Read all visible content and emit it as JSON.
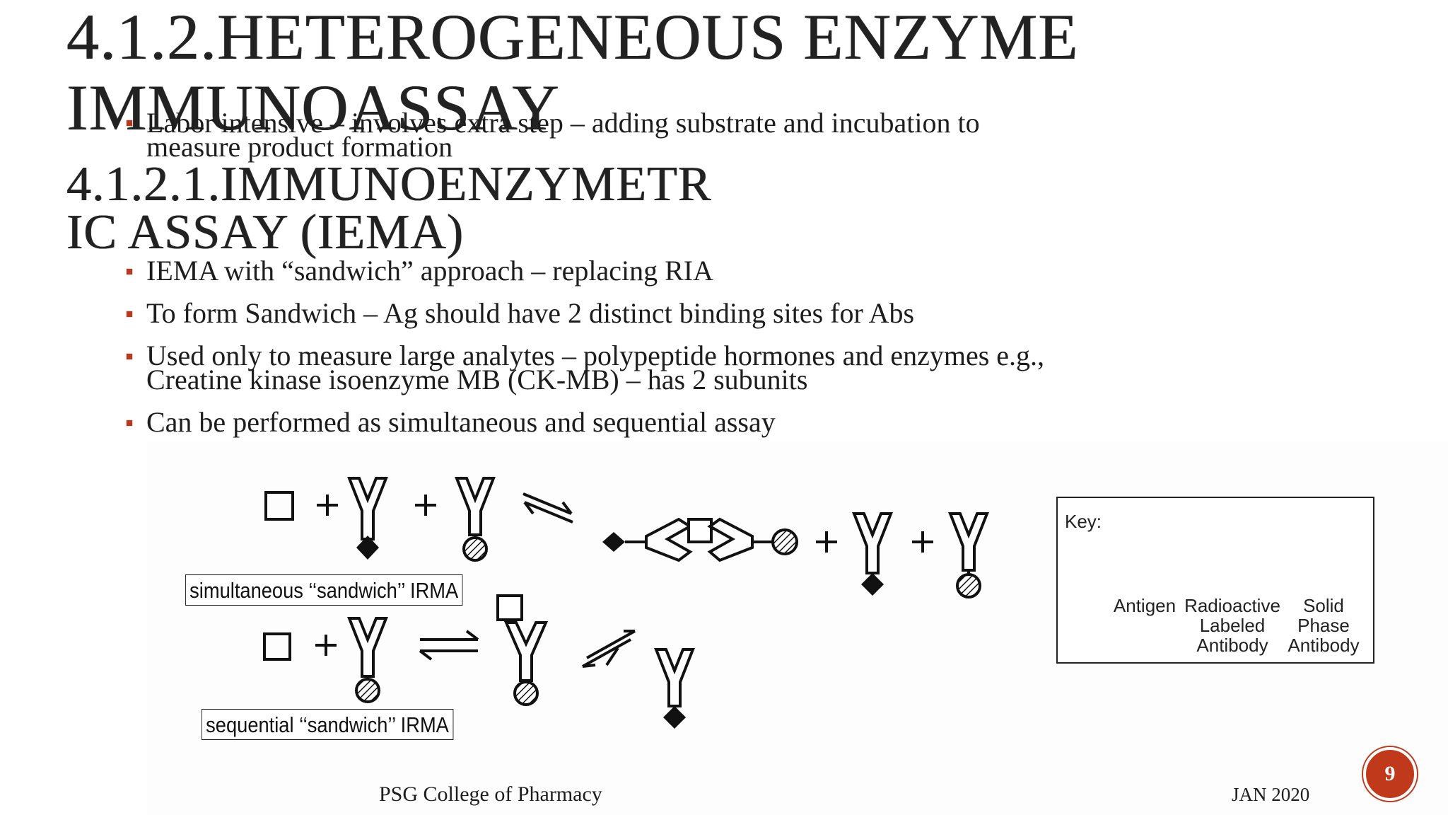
{
  "slide": {
    "title_lines": [
      "4.1.2.HETEROGENEOUS ENZYME",
      "IMMUNOASSAY"
    ],
    "subtitle_lines": [
      "4.1.2.1.IMMUNOENZYMETR",
      "IC ASSAY (IEMA)"
    ],
    "overlapped_bullet": [
      "Labor intensive – involves extra step – adding substrate and incubation to",
      "measure product formation"
    ],
    "bullets": [
      {
        "lines": [
          "IEMA with “sandwich” approach – replacing RIA"
        ]
      },
      {
        "lines": [
          "To form Sandwich – Ag should have 2 distinct binding sites for Abs"
        ]
      },
      {
        "lines": [
          "Used only to measure large analytes – polypeptide hormones and enzymes e.g.,",
          "Creatine kinase isoenzyme MB (CK-MB) – has 2 subunits"
        ]
      },
      {
        "lines": [
          "Can be performed as simultaneous and sequential assay"
        ]
      }
    ],
    "bullet_color": "#b5391f"
  },
  "diagram": {
    "label_simultaneous": "simultaneous ‘‘sandwich’’ IRMA",
    "label_sequential": "sequential ‘‘sandwich’’ IRMA",
    "key": {
      "title": "Key:",
      "antigen": "Antigen",
      "radioactive": "Radioactive\nLabeled\nAntibody",
      "solid": "Solid\nPhase\nAntibody"
    }
  },
  "footer": {
    "institution": "PSG College of Pharmacy",
    "date": "JAN 2020",
    "page_number": "9",
    "badge_color": "#c0391b"
  }
}
